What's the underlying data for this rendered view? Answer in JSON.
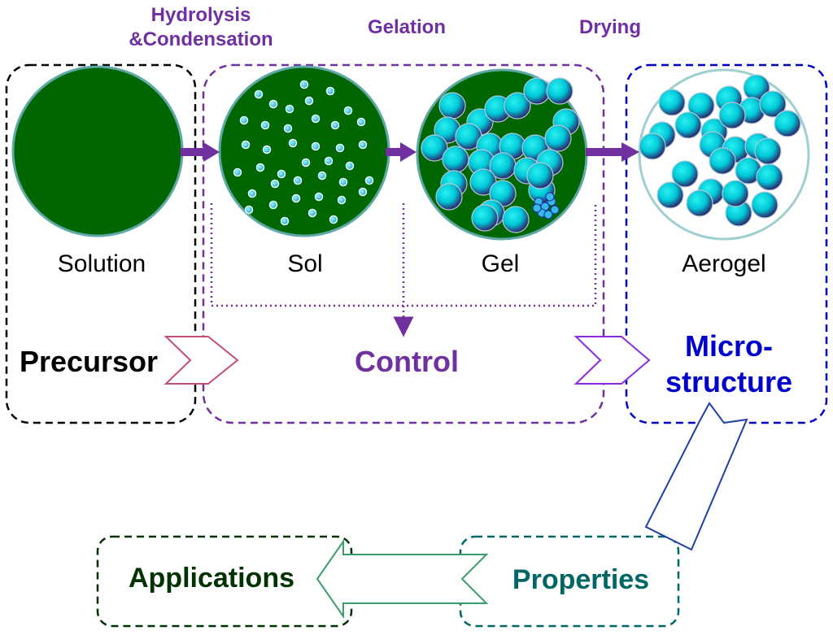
{
  "steps": {
    "hydrolysis": "Hydrolysis\n&Condensation",
    "gelation": "Gelation",
    "drying": "Drying"
  },
  "stages": {
    "solution": "Solution",
    "sol": "Sol",
    "gel": "Gel",
    "aerogel": "Aerogel"
  },
  "groups": {
    "precursor": "Precursor",
    "control": "Control",
    "microstructure": "Micro-\nstructure",
    "properties": "Properties",
    "applications": "Applications"
  },
  "colors": {
    "green_fill": "#006600",
    "bead": "#00E5F0",
    "purple": "#7030A0",
    "blue": "#0000CC",
    "teal": "#006666",
    "dark_green": "#003300"
  }
}
